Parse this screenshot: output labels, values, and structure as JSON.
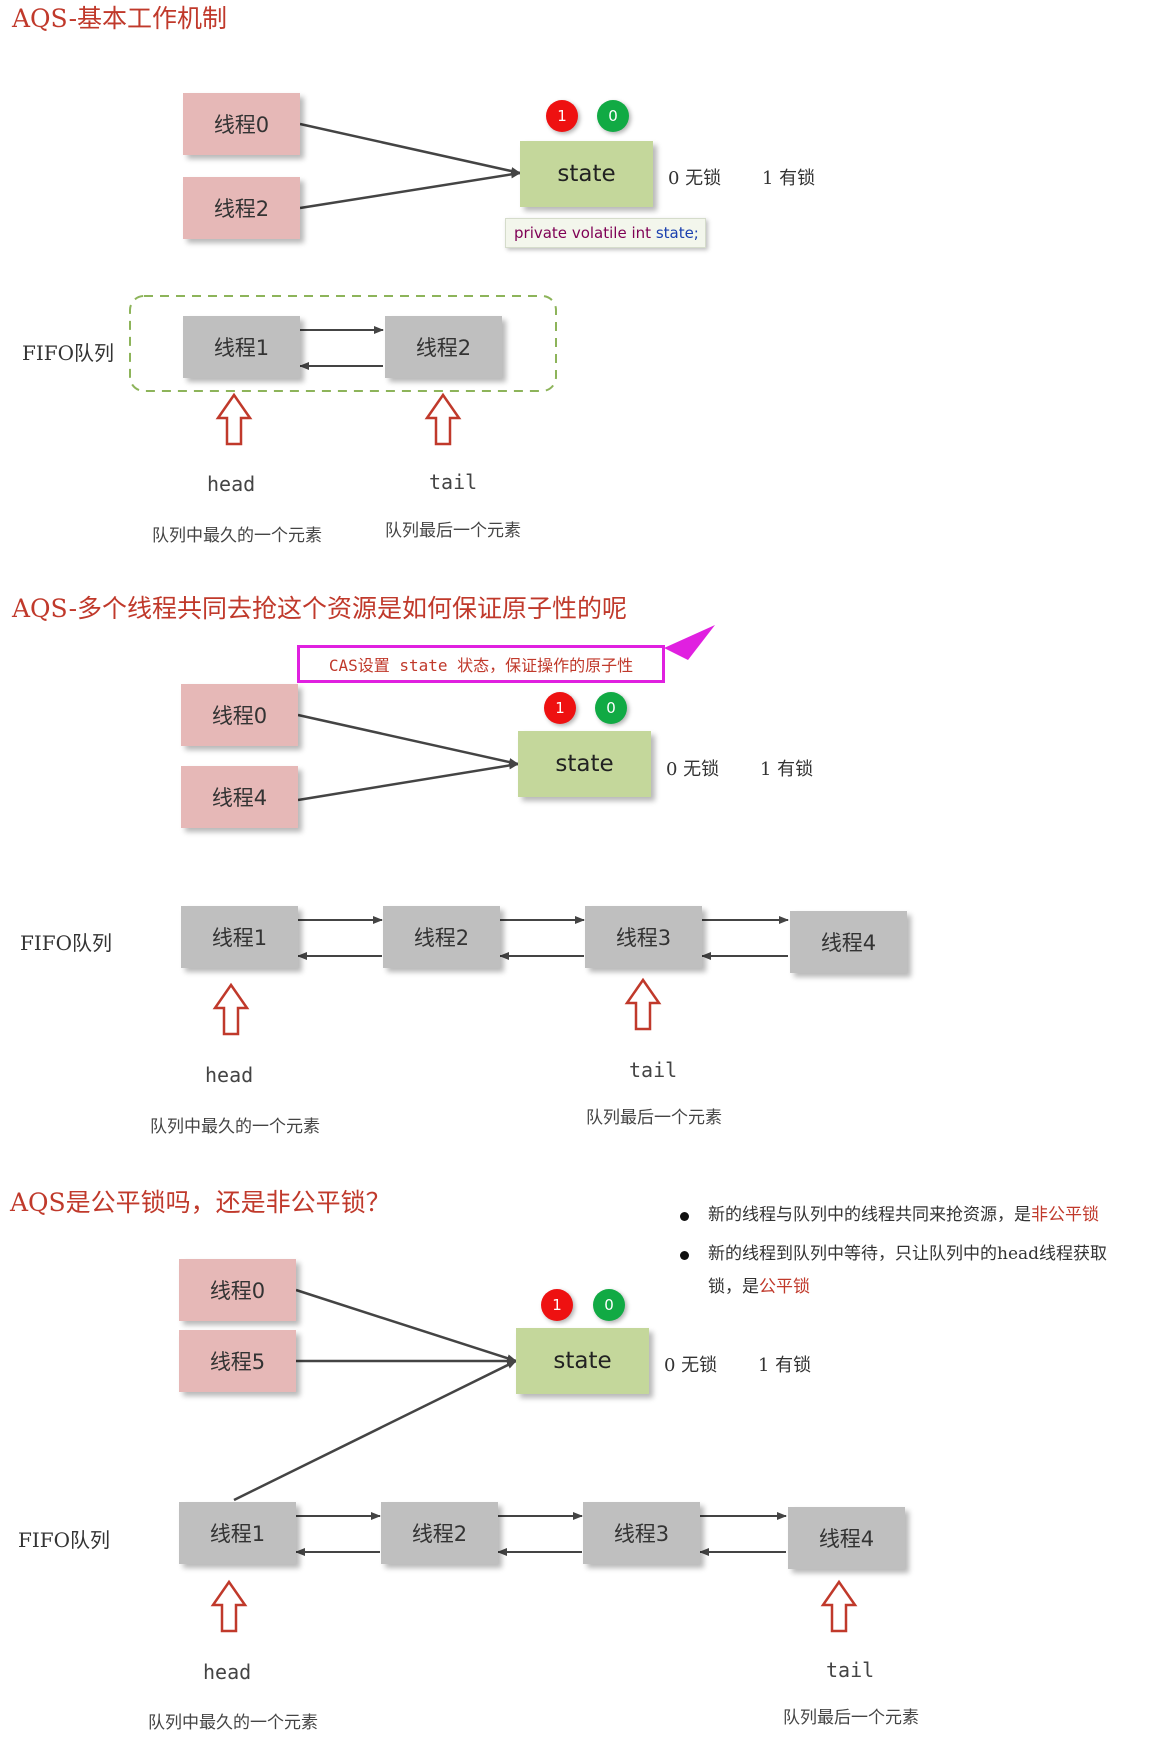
{
  "section1": {
    "title": "AQS-基本工作机制",
    "thread_a": "线程0",
    "thread_b": "线程2",
    "state": "state",
    "badge_1": "1",
    "badge_0": "0",
    "no_lock": "0 无锁",
    "locked": "1 有锁",
    "code": {
      "kw1": "private",
      "kw2": "volatile",
      "kw3": "int",
      "ident": "state;"
    },
    "fifo_label": "FIFO队列",
    "queue": [
      "线程1",
      "线程2"
    ],
    "head": "head",
    "tail": "tail",
    "head_desc": "队列中最久的一个元素",
    "tail_desc": "队列最后一个元素"
  },
  "section2": {
    "title": "AQS-多个线程共同去抢这个资源是如何保证原子性的呢",
    "cas_note": "CAS设置 state 状态，保证操作的原子性",
    "thread_a": "线程0",
    "thread_b": "线程4",
    "state": "state",
    "badge_1": "1",
    "badge_0": "0",
    "no_lock": "0 无锁",
    "locked": "1 有锁",
    "fifo_label": "FIFO队列",
    "queue": [
      "线程1",
      "线程2",
      "线程3",
      "线程4"
    ],
    "head": "head",
    "tail": "tail",
    "head_desc": "队列中最久的一个元素",
    "tail_desc": "队列最后一个元素"
  },
  "section3": {
    "title": "AQS是公平锁吗，还是非公平锁？",
    "bullet1_text": "新的线程与队列中的线程共同来抢资源，是",
    "bullet1_hl": "非公平锁",
    "bullet2_line1": "新的线程到队列中等待，只让队列中的head线程获取",
    "bullet2_line2": "锁，是",
    "bullet2_hl": "公平锁",
    "thread_a": "线程0",
    "thread_b": "线程5",
    "state": "state",
    "badge_1": "1",
    "badge_0": "0",
    "no_lock": "0 无锁",
    "locked": "1 有锁",
    "fifo_label": "FIFO队列",
    "queue": [
      "线程1",
      "线程2",
      "线程3",
      "线程4"
    ],
    "head": "head",
    "tail": "tail",
    "head_desc": "队列中最久的一个元素",
    "tail_desc": "队列最后一个元素"
  },
  "colors": {
    "title": "#c0392b",
    "pink_box": "#e6b8b7",
    "gray_box": "#bfbfbf",
    "state_box": "#c4d79b",
    "badge_red": "#ee1111",
    "badge_green": "#11aa44",
    "arrow_outline": "#c0392b",
    "dashed_border": "#8db45a",
    "cas_border": "#e020e0"
  }
}
